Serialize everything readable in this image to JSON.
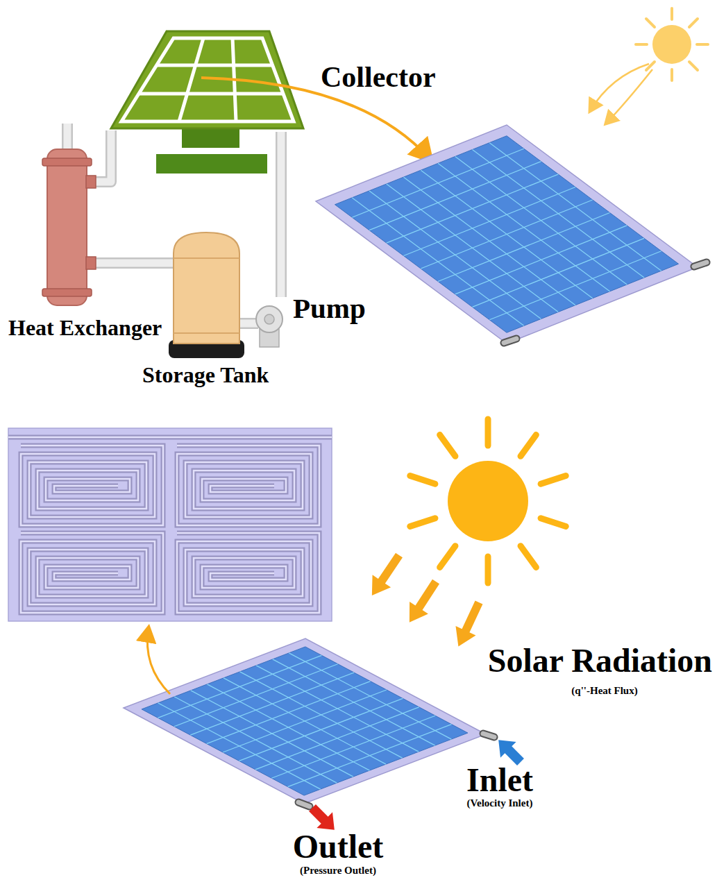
{
  "diagram": {
    "labels": [
      "Collector",
      "Pump",
      "Heat Exchanger",
      "Storage Tank",
      "Solar Radiation",
      "(q''-Heat Flux)",
      "Inlet",
      "(Velocity Inlet)",
      "Outlet",
      "(Pressure Outlet)"
    ]
  }
}
